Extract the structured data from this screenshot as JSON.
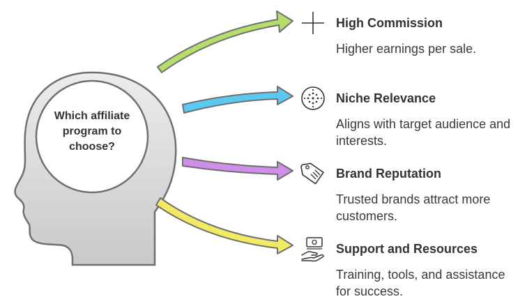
{
  "center": {
    "question": "Which affiliate program to choose?"
  },
  "colors": {
    "arrow_1": "#b5dd6a",
    "arrow_2": "#5bc8f0",
    "arrow_3": "#cf8ee8",
    "arrow_4": "#f2ea62",
    "head_fill": "#d9d9d9",
    "head_stroke": "#6f6f6f"
  },
  "options": [
    {
      "title": "High Commission",
      "description": "Higher earnings per sale.",
      "icon": "plus-icon"
    },
    {
      "title": "Niche Relevance",
      "description": "Aligns with target audience and interests.",
      "icon": "target-dots-icon"
    },
    {
      "title": "Brand Reputation",
      "description": "Trusted brands attract more customers.",
      "icon": "price-tag-icon"
    },
    {
      "title": "Support and Resources",
      "description": "Training, tools, and assistance for success.",
      "icon": "money-hand-icon"
    }
  ]
}
